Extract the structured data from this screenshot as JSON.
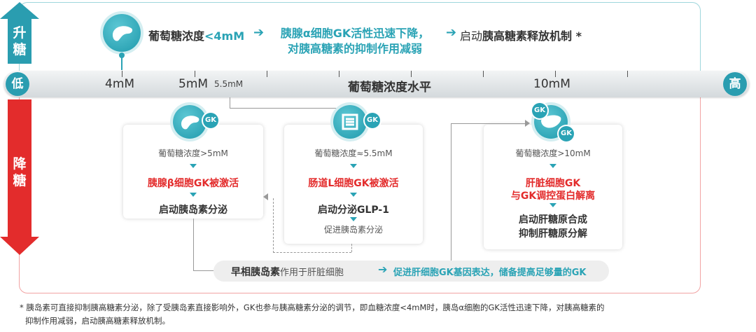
{
  "side": {
    "up": "升糖",
    "down": "降糖"
  },
  "top": {
    "text1": "葡萄糖浓度",
    "text1_value": "<4mM",
    "text2_line1": "胰腺α细胞GK活性迅速下降，",
    "text2_line2": "对胰高糖素的抑制作用减弱",
    "text3_plain": "启动",
    "text3_bold": "胰高糖素释放机制 *"
  },
  "band": {
    "low": "低",
    "high": "高",
    "t4": "4mM",
    "t5": "5mM",
    "t55": "5.5mM",
    "center": "葡萄糖浓度水平",
    "t10": "10mM"
  },
  "boxes": [
    {
      "cond": "葡萄糖浓度>5mM",
      "act": "胰腺β细胞GK被激活",
      "res": "启动胰岛素分泌"
    },
    {
      "cond": "葡萄糖浓度≈5.5mM",
      "act": "肠道L细胞GK被激活",
      "res": "启动分泌GLP-1",
      "res2": "促进胰岛素分泌"
    },
    {
      "cond": "葡萄糖浓度>10mM",
      "act1": "肝脏细胞GK",
      "act2": "与GK调控蛋白解离",
      "res1": "启动肝糖原合成",
      "res2": "抑制肝糖原分解"
    }
  ],
  "badges": {
    "gk": "GK"
  },
  "bottom": {
    "bold": "早相胰岛素",
    "plain": "作用于肝脏细胞",
    "arrow_text": "促进肝细胞GK基因表达，储备提高足够量的GK"
  },
  "footnote": {
    "line1": "* 胰岛素可直接抑制胰高糖素分泌，除了受胰岛素直接影响外，GK也参与胰高糖素分泌的调节，即血糖浓度<4mM时，胰岛α细胞的GK活性迅速下降，对胰高糖素的",
    "line2": "抑制作用减弱，启动胰高糖素释放机制。"
  },
  "colors": {
    "teal": "#2aa3b5",
    "red": "#e32c2c"
  }
}
